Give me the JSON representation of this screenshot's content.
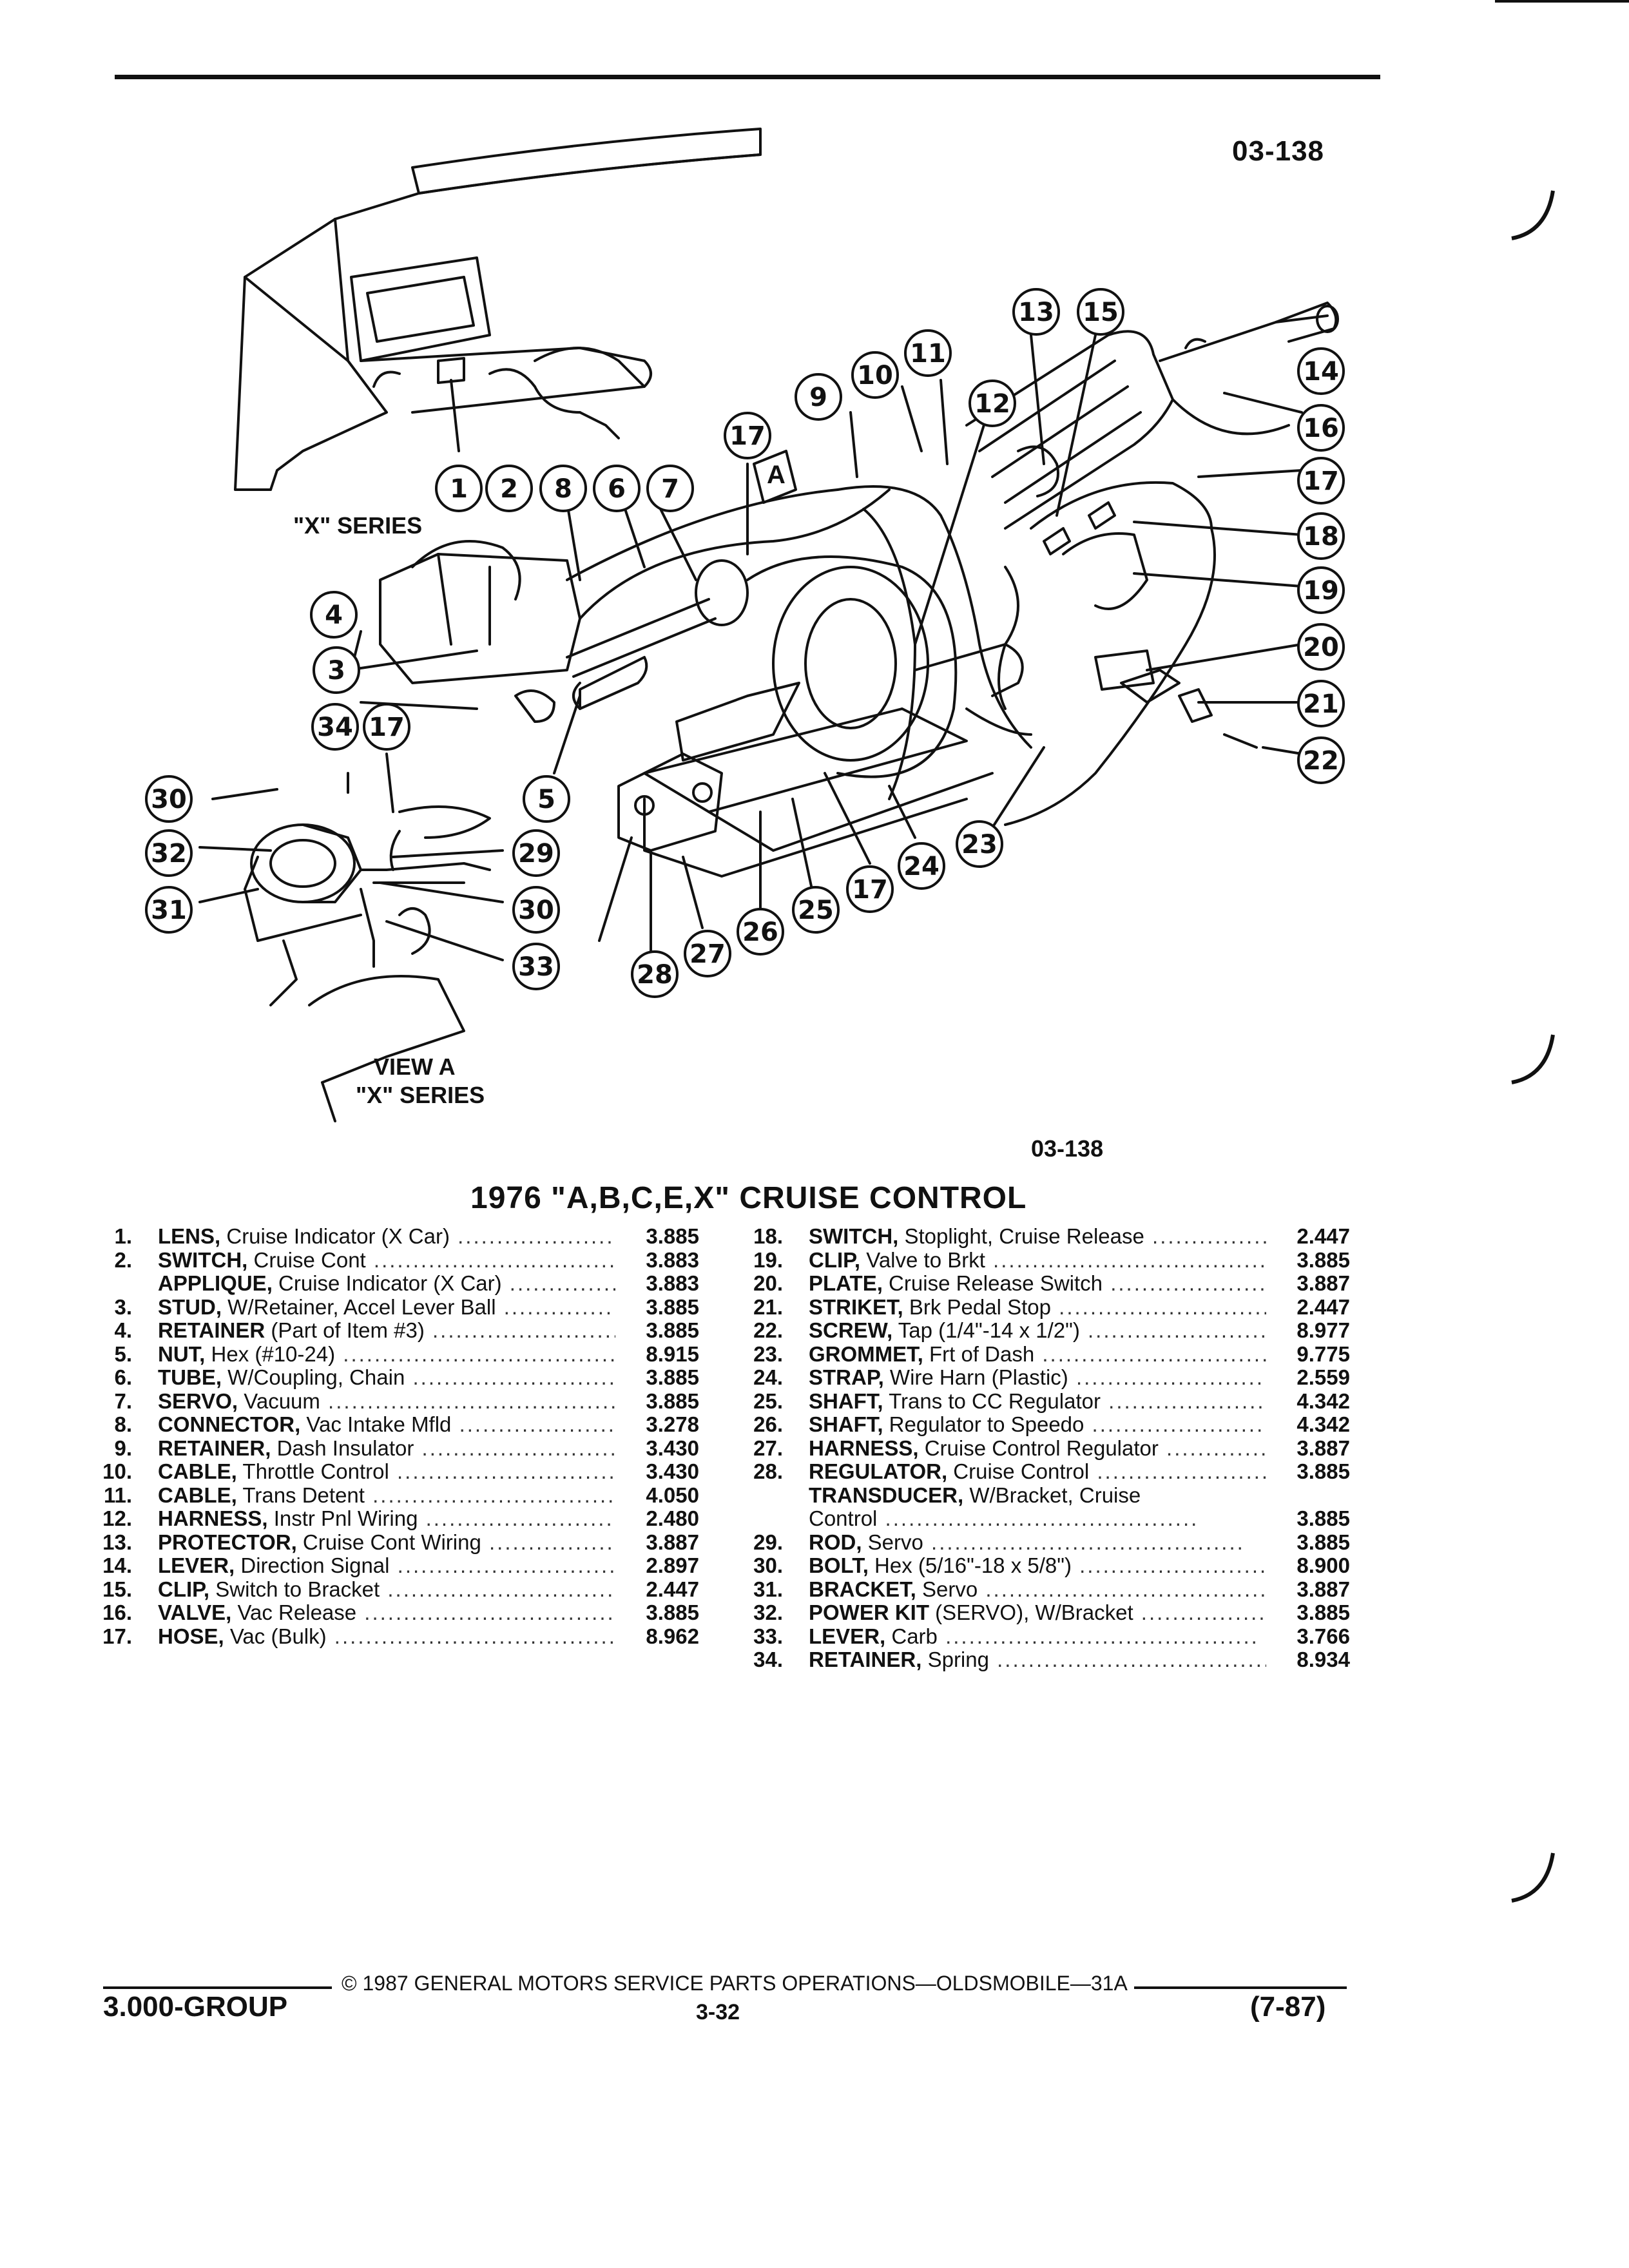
{
  "header": {
    "figure_number": "03-138"
  },
  "diagram": {
    "label_x_series": "\"X\" SERIES",
    "label_view_a": "VIEW A",
    "label_view_a_series": "\"X\" SERIES",
    "view_marker": "A",
    "caption_number": "03-138",
    "callouts": [
      "1",
      "2",
      "8",
      "6",
      "7",
      "17",
      "9",
      "10",
      "11",
      "12",
      "13",
      "15",
      "14",
      "16",
      "17",
      "18",
      "19",
      "20",
      "21",
      "22",
      "4",
      "3",
      "34",
      "17",
      "30",
      "32",
      "31",
      "5",
      "29",
      "30",
      "33",
      "23",
      "24",
      "17",
      "25",
      "26",
      "27",
      "28"
    ]
  },
  "title": "1976 \"A,B,C,E,X\" CRUISE CONTROL",
  "parts_left": [
    {
      "num": "1.",
      "name": "LENS,",
      "desc": " Cruise Indicator (X Car)",
      "code": "3.885"
    },
    {
      "num": "2.",
      "name": "SWITCH,",
      "desc": " Cruise Cont",
      "code": "3.883"
    },
    {
      "num": "",
      "name": "APPLIQUE,",
      "desc": " Cruise Indicator (X Car)",
      "code": "3.883"
    },
    {
      "num": "3.",
      "name": "STUD,",
      "desc": " W/Retainer, Accel Lever Ball",
      "code": "3.885"
    },
    {
      "num": "4.",
      "name": "RETAINER",
      "desc": " (Part of Item #3)",
      "code": "3.885"
    },
    {
      "num": "5.",
      "name": "NUT,",
      "desc": " Hex (#10-24)",
      "code": "8.915"
    },
    {
      "num": "6.",
      "name": "TUBE,",
      "desc": " W/Coupling, Chain",
      "code": "3.885"
    },
    {
      "num": "7.",
      "name": "SERVO,",
      "desc": " Vacuum",
      "code": "3.885"
    },
    {
      "num": "8.",
      "name": "CONNECTOR,",
      "desc": " Vac Intake Mfld",
      "code": "3.278"
    },
    {
      "num": "9.",
      "name": "RETAINER,",
      "desc": " Dash Insulator",
      "code": "3.430"
    },
    {
      "num": "10.",
      "name": "CABLE,",
      "desc": " Throttle Control",
      "code": "3.430"
    },
    {
      "num": "11.",
      "name": "CABLE,",
      "desc": " Trans Detent",
      "code": "4.050"
    },
    {
      "num": "12.",
      "name": "HARNESS,",
      "desc": " Instr Pnl Wiring",
      "code": "2.480"
    },
    {
      "num": "13.",
      "name": "PROTECTOR,",
      "desc": " Cruise Cont Wiring",
      "code": "3.887"
    },
    {
      "num": "14.",
      "name": "LEVER,",
      "desc": " Direction Signal",
      "code": "2.897"
    },
    {
      "num": "15.",
      "name": "CLIP,",
      "desc": " Switch to Bracket",
      "code": "2.447"
    },
    {
      "num": "16.",
      "name": "VALVE,",
      "desc": " Vac Release",
      "code": "3.885"
    },
    {
      "num": "17.",
      "name": "HOSE,",
      "desc": " Vac (Bulk)",
      "code": "8.962"
    }
  ],
  "parts_right": [
    {
      "num": "18.",
      "name": "SWITCH,",
      "desc": " Stoplight, Cruise Release",
      "code": "2.447"
    },
    {
      "num": "19.",
      "name": "CLIP,",
      "desc": " Valve to Brkt",
      "code": "3.885"
    },
    {
      "num": "20.",
      "name": "PLATE,",
      "desc": " Cruise Release Switch",
      "code": "3.887"
    },
    {
      "num": "21.",
      "name": "STRIKET,",
      "desc": " Brk Pedal Stop",
      "code": "2.447"
    },
    {
      "num": "22.",
      "name": "SCREW,",
      "desc": " Tap (1/4\"-14 x 1/2\")",
      "code": "8.977"
    },
    {
      "num": "23.",
      "name": "GROMMET,",
      "desc": " Frt of Dash",
      "code": "9.775"
    },
    {
      "num": "24.",
      "name": "STRAP,",
      "desc": " Wire Harn (Plastic)",
      "code": "2.559"
    },
    {
      "num": "25.",
      "name": "SHAFT,",
      "desc": " Trans to CC Regulator",
      "code": "4.342"
    },
    {
      "num": "26.",
      "name": "SHAFT,",
      "desc": " Regulator to Speedo",
      "code": "4.342"
    },
    {
      "num": "27.",
      "name": "HARNESS,",
      "desc": " Cruise Control Regulator",
      "code": "3.887"
    },
    {
      "num": "28.",
      "name": "REGULATOR,",
      "desc": " Cruise Control",
      "code": "3.885"
    },
    {
      "num": "",
      "name": "TRANSDUCER,",
      "desc": " W/Bracket, Cruise",
      "code": ""
    },
    {
      "num": "",
      "name": "",
      "desc": "Control",
      "code": "3.885"
    },
    {
      "num": "29.",
      "name": "ROD,",
      "desc": " Servo",
      "code": "3.885"
    },
    {
      "num": "30.",
      "name": "BOLT,",
      "desc": " Hex (5/16\"-18 x 5/8\")",
      "code": "8.900"
    },
    {
      "num": "31.",
      "name": "BRACKET,",
      "desc": " Servo",
      "code": "3.887"
    },
    {
      "num": "32.",
      "name": "POWER KIT",
      "desc": " (SERVO), W/Bracket",
      "code": "3.885"
    },
    {
      "num": "33.",
      "name": "LEVER,",
      "desc": " Carb",
      "code": "3.766"
    },
    {
      "num": "34.",
      "name": "RETAINER,",
      "desc": " Spring",
      "code": "8.934"
    }
  ],
  "footer": {
    "copyright": "© 1987 GENERAL MOTORS SERVICE PARTS OPERATIONS—OLDSMOBILE—31A",
    "group": "3.000-GROUP",
    "page": "3-32",
    "date": "(7-87)"
  }
}
